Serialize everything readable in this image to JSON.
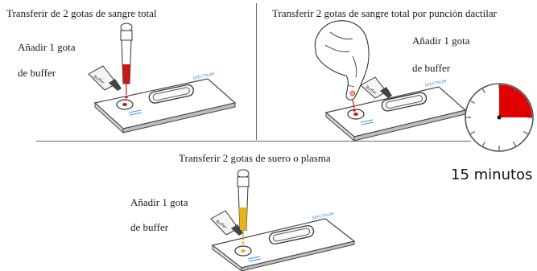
{
  "panels": [
    {
      "id": "whole-blood",
      "title": "Transferir de 2 gotas de sangre total",
      "buffer_line1": "Añadir 1 gota",
      "buffer_line2": "de buffer",
      "sample_color": "#c41a1a"
    },
    {
      "id": "fingerstick",
      "title": "Transferir 2 gotas de sangre total por punción dactilar",
      "buffer_line1": "Añadir 1 gota",
      "buffer_line2": "de buffer",
      "sample_color": "#c41a1a"
    },
    {
      "id": "serum-plasma",
      "title": "Transferir 2 gotas de suero o plasma",
      "buffer_line1": "Añadir 1 gota",
      "buffer_line2": "de buffer",
      "sample_color": "#e5b41c"
    }
  ],
  "timer": {
    "label": "15 minutos",
    "fill_fraction": 0.25,
    "fill_color": "#e00000"
  }
}
